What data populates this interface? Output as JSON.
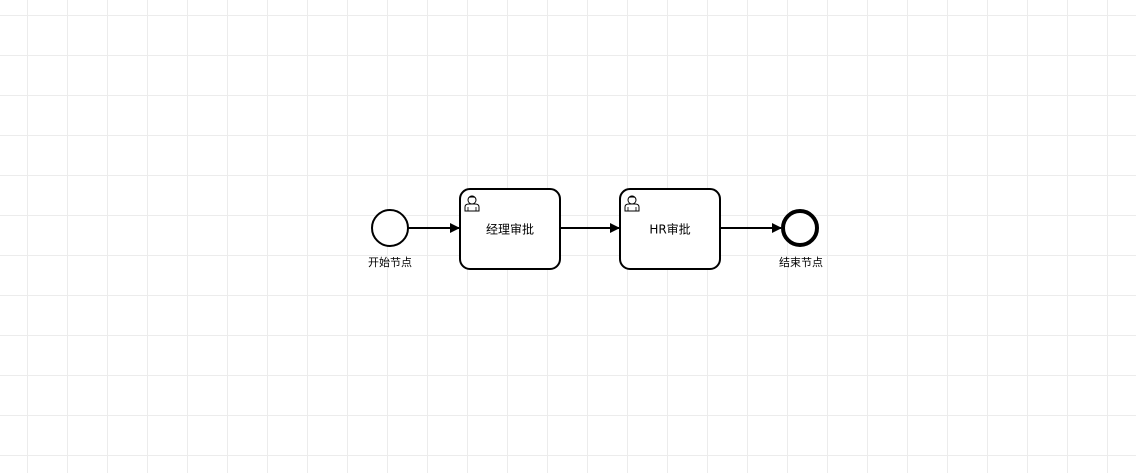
{
  "diagram": {
    "start_event": {
      "label": "开始节点"
    },
    "tasks": [
      {
        "label": "经理审批",
        "icon": "user-icon"
      },
      {
        "label": "HR审批",
        "icon": "user-icon"
      }
    ],
    "end_event": {
      "label": "结束节点"
    }
  }
}
